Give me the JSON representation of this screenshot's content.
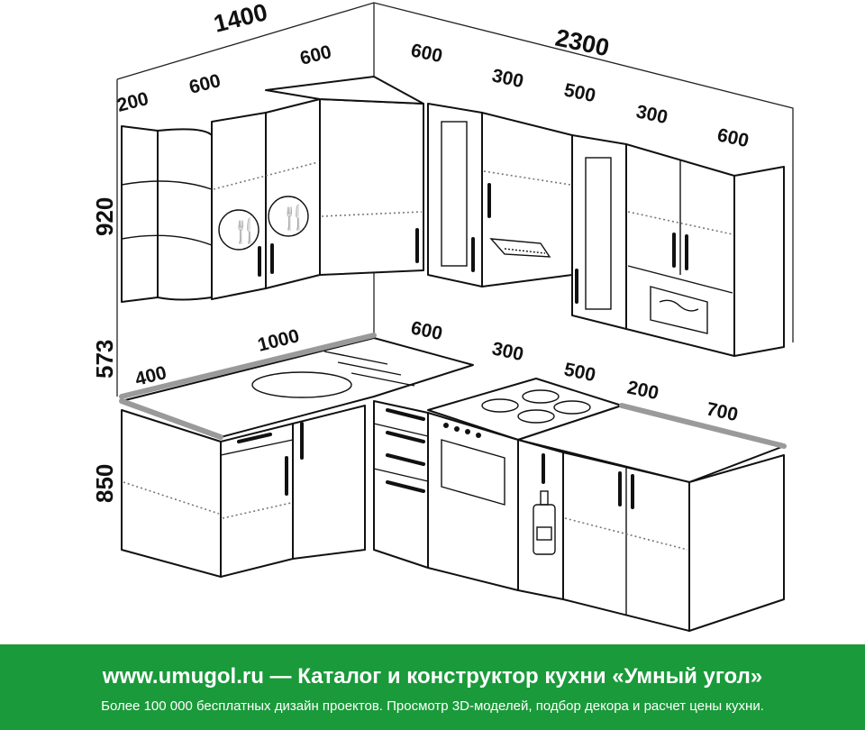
{
  "dimensions": {
    "top_left_total": "1400",
    "top_right_total": "2300",
    "upper_left_200": "200",
    "upper_left_600a": "600",
    "upper_corner_600": "600",
    "upper_right_600": "600",
    "upper_right_300a": "300",
    "upper_right_500": "500",
    "upper_right_300b": "300",
    "upper_right_600b": "600",
    "height_upper": "920",
    "height_gap": "573",
    "height_lower": "850",
    "lower_left_400": "400",
    "lower_left_1000": "1000",
    "lower_right_600": "600",
    "lower_right_300": "300",
    "lower_right_500": "500",
    "lower_right_200": "200",
    "lower_right_700": "700"
  },
  "footer": {
    "headline": "www.umugol.ru — Каталог и конструктор кухни «Умный угол»",
    "subline": "Более 100 000 бесплатных дизайн проектов. Просмотр 3D-моделей, подбор декора и расчет цены кухни."
  },
  "colors": {
    "footer_bg": "#1a9a3a",
    "countertop_edge": "#9a9a9a",
    "line": "#111111"
  }
}
